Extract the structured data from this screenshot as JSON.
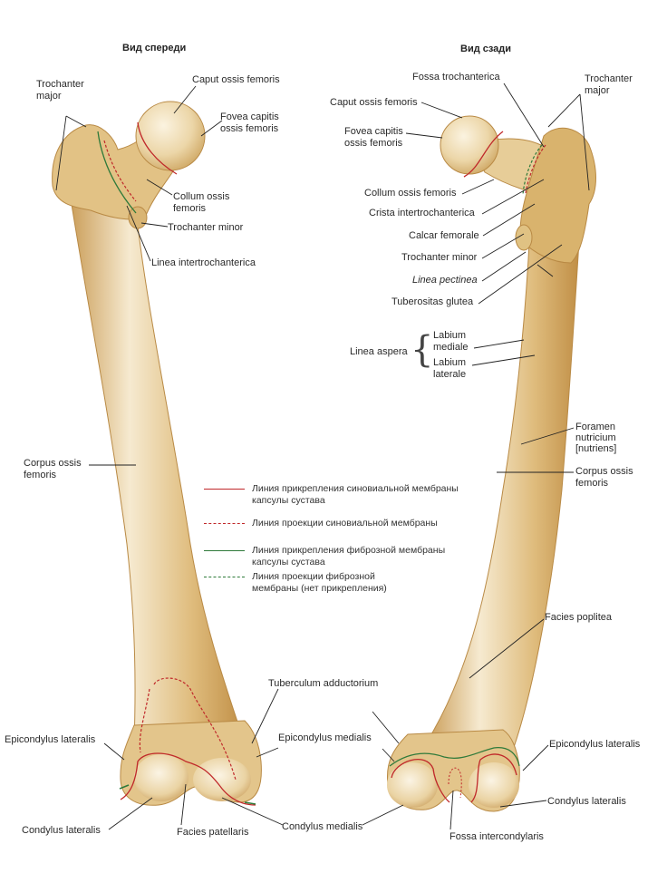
{
  "views": {
    "front": {
      "title": "Вид спереди"
    },
    "back": {
      "title": "Вид сзади"
    }
  },
  "colors": {
    "bone_light": "#f3e4c0",
    "bone_mid": "#dcb877",
    "bone_dark": "#c69a52",
    "synovial_line": "#c0282a",
    "fibrous_line": "#2f7a3a",
    "label_line": "#222222"
  },
  "front_labels": {
    "trochanter_major": "Trochanter\nmajor",
    "caput": "Caput ossis femoris",
    "fovea_1": "Fovea capitis",
    "fovea_2": "ossis femoris",
    "collum_1": "Collum ossis",
    "collum_2": "femoris",
    "trochanter_minor": "Trochanter minor",
    "linea_intertrochanterica": "Linea intertrochanterica",
    "corpus_1": "Corpus ossis",
    "corpus_2": "femoris",
    "tuberculum_adductorium": "Tuberculum adductorium",
    "epicondylus_lateralis": "Epicondylus lateralis",
    "epicondylus_medialis": "Epicondylus medialis",
    "condylus_lateralis": "Condylus lateralis",
    "facies_patellaris": "Facies patellaris",
    "condylus_medialis": "Condylus medialis"
  },
  "back_labels": {
    "fossa_trochanterica": "Fossa trochanterica",
    "trochanter_major_1": "Trochanter",
    "trochanter_major_2": "major",
    "caput": "Caput ossis femoris",
    "fovea_1": "Fovea capitis",
    "fovea_2": "ossis femoris",
    "collum": "Collum ossis femoris",
    "crista": "Crista intertrochanterica",
    "calcar": "Calcar femorale",
    "trochanter_minor": "Trochanter minor",
    "linea_pectinea": "Linea pectinea",
    "tuberositas": "Tuberositas glutea",
    "linea_aspera": "Linea aspera",
    "labium_mediale_1": "Labium",
    "labium_mediale_2": "mediale",
    "labium_laterale_1": "Labium",
    "labium_laterale_2": "laterale",
    "foramen_1": "Foramen",
    "foramen_2": "nutricium",
    "foramen_3": "[nutriens]",
    "corpus_1": "Corpus ossis",
    "corpus_2": "femoris",
    "facies_poplitea": "Facies poplitea",
    "epicondylus_lateralis": "Epicondylus lateralis",
    "condylus_lateralis": "Condylus lateralis",
    "fossa_intercondylaris": "Fossa intercondylaris"
  },
  "legend": [
    {
      "style": "solid",
      "color": "#c0282a",
      "text": "Линия прикрепления синовиальной мембраны капсулы сустава"
    },
    {
      "style": "dashed",
      "color": "#c0282a",
      "text": "Линия проекции синовиальной мембраны"
    },
    {
      "style": "solid",
      "color": "#2f7a3a",
      "text": "Линия прикрепления фиброзной мембраны капсулы сустава"
    },
    {
      "style": "dashed",
      "color": "#2f7a3a",
      "text": "Линия проекции фиброзной мембраны (нет прикрепления)"
    }
  ]
}
